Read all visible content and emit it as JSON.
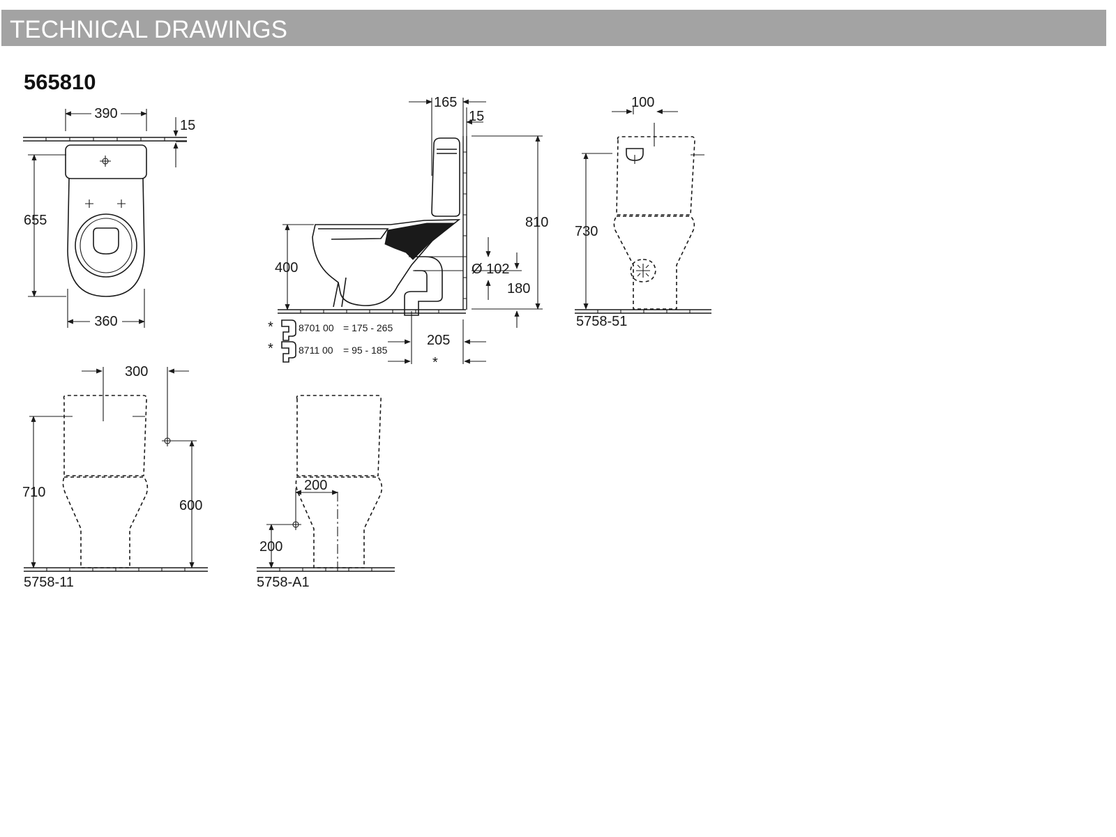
{
  "header": {
    "title": "TECHNICAL DRAWINGS",
    "bar_color": "#a3a3a3"
  },
  "product": {
    "code": "565810"
  },
  "top_view": {
    "dims": {
      "width_top": "390",
      "thickness": "15",
      "depth": "655",
      "width_bottom": "360"
    }
  },
  "side_view": {
    "dims": {
      "cistern_offset": "165",
      "wall": "15",
      "total_height": "810",
      "seat_height": "400",
      "outlet_diameter": "Ø 102",
      "outlet_height": "180",
      "outlet_distance": "205",
      "asterisk": "*"
    },
    "accessories": [
      {
        "mark": "*",
        "code": "8701 00",
        "range": "= 175 - 265"
      },
      {
        "mark": "*",
        "code": "8711 00",
        "range": "=  95 -  185"
      }
    ]
  },
  "variants": [
    {
      "code": "5758-51",
      "dims": {
        "width": "100",
        "height": "730"
      }
    },
    {
      "code": "5758-11",
      "dims": {
        "offset": "300",
        "height": "710",
        "supply_height": "600"
      }
    },
    {
      "code": "5758-A1",
      "dims": {
        "offset": "200",
        "supply_height": "200"
      }
    }
  ]
}
